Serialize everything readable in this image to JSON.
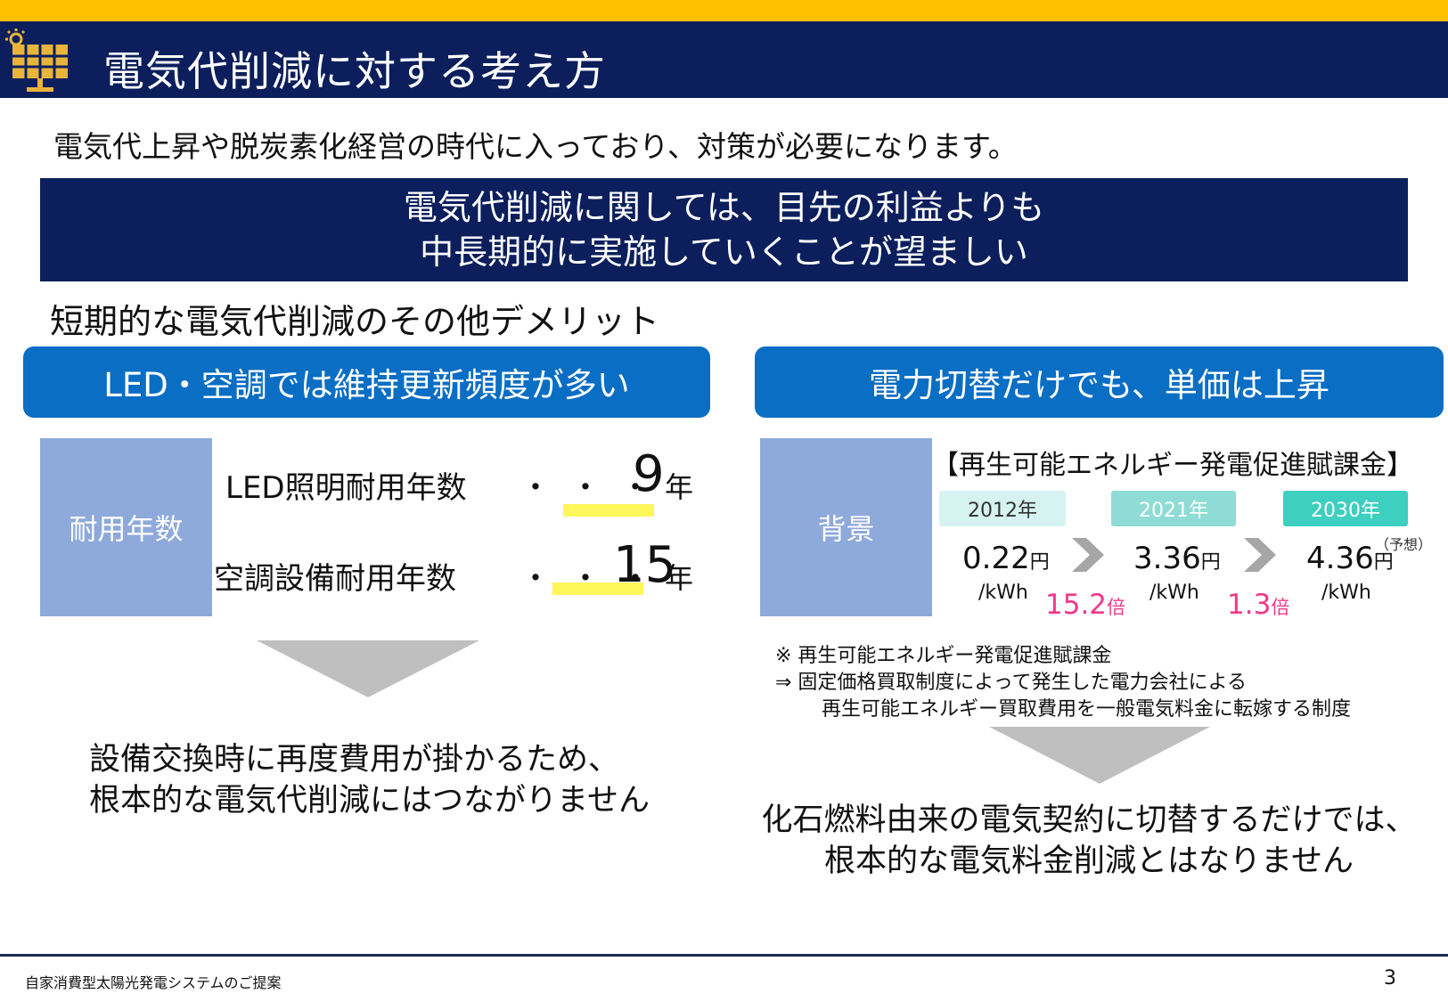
{
  "header": {
    "title": "電気代削減に対する考え方",
    "logo_icon": "solar-panel-icon"
  },
  "lead": "電気代上昇や脱炭素化経営の時代に入っており、対策が必要になります。",
  "banner": {
    "line1": "電気代削減に関しては、目先の利益よりも",
    "line2": "中長期的に実施していくことが望ましい"
  },
  "subhead": "短期的な電気代削減のその他デメリット",
  "left": {
    "pill": "LED・空調では維持更新頻度が多い",
    "label": "耐用年数",
    "rows": [
      {
        "name": "LED照明耐用年数",
        "dots": "・・・",
        "value": "9",
        "unit": "年"
      },
      {
        "name": "空調設備耐用年数",
        "dots": "・・・",
        "value": "15",
        "unit": "年"
      }
    ],
    "conclusion": {
      "line1": "設備交換時に再度費用が掛かるため、",
      "line2": "根本的な電気代削減にはつながりません"
    }
  },
  "right": {
    "pill": "電力切替だけでも、単価は上昇",
    "label": "背景",
    "levy_title": "【再生可能エネルギー発電促進賦課金】",
    "years": [
      "2012年",
      "2021年",
      "2030年"
    ],
    "prices": [
      {
        "value": "0.22",
        "unit": "円",
        "per": "/kWh"
      },
      {
        "value": "3.36",
        "unit": "円",
        "per": "/kWh"
      },
      {
        "value": "4.36",
        "unit": "円",
        "per": "/kWh"
      }
    ],
    "forecast": "（予想）",
    "ratios": [
      {
        "value": "15.2",
        "unit": "倍"
      },
      {
        "value": "1.3",
        "unit": "倍"
      }
    ],
    "notes": [
      "※ 再生可能エネルギー発電促進賦課金",
      "⇒ 固定価格買取制度によって発生した電力会社による",
      "再生可能エネルギー買取費用を一般電気料金に転嫁する制度"
    ],
    "conclusion": {
      "line1": "化石燃料由来の電気契約に切替するだけでは、",
      "line2": "根本的な電気料金削減とはなりません"
    }
  },
  "footer": {
    "text": "自家消費型太陽光発電システムのご提案",
    "page": "3"
  },
  "colors": {
    "navy": "#0c1f5c",
    "gold": "#ffc000",
    "blue": "#0a6ec4",
    "label": "#8eaadb",
    "highlight": "#fff65a",
    "pink": "#f0388c"
  }
}
